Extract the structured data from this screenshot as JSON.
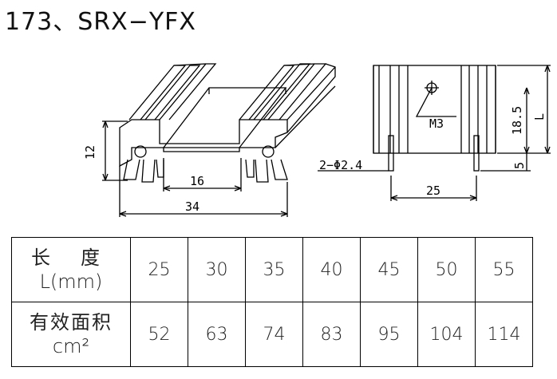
{
  "title": "173、SRX−YFX",
  "dimensions": {
    "height_12": "12",
    "width_16": "16",
    "width_34": "34",
    "hole_label": "2−Φ2.4",
    "width_25": "25",
    "thread_label": "M3",
    "height_18_5": "18.5",
    "height_5": "5",
    "length_L": "L"
  },
  "table": {
    "row1_header_line1": "长度",
    "row1_header_line2": "L(mm)",
    "row2_header_line1": "有效面积",
    "row2_header_line2": "cm²",
    "lengths": [
      "25",
      "30",
      "35",
      "40",
      "45",
      "50",
      "55"
    ],
    "areas": [
      "52",
      "63",
      "74",
      "83",
      "95",
      "104",
      "114"
    ]
  }
}
